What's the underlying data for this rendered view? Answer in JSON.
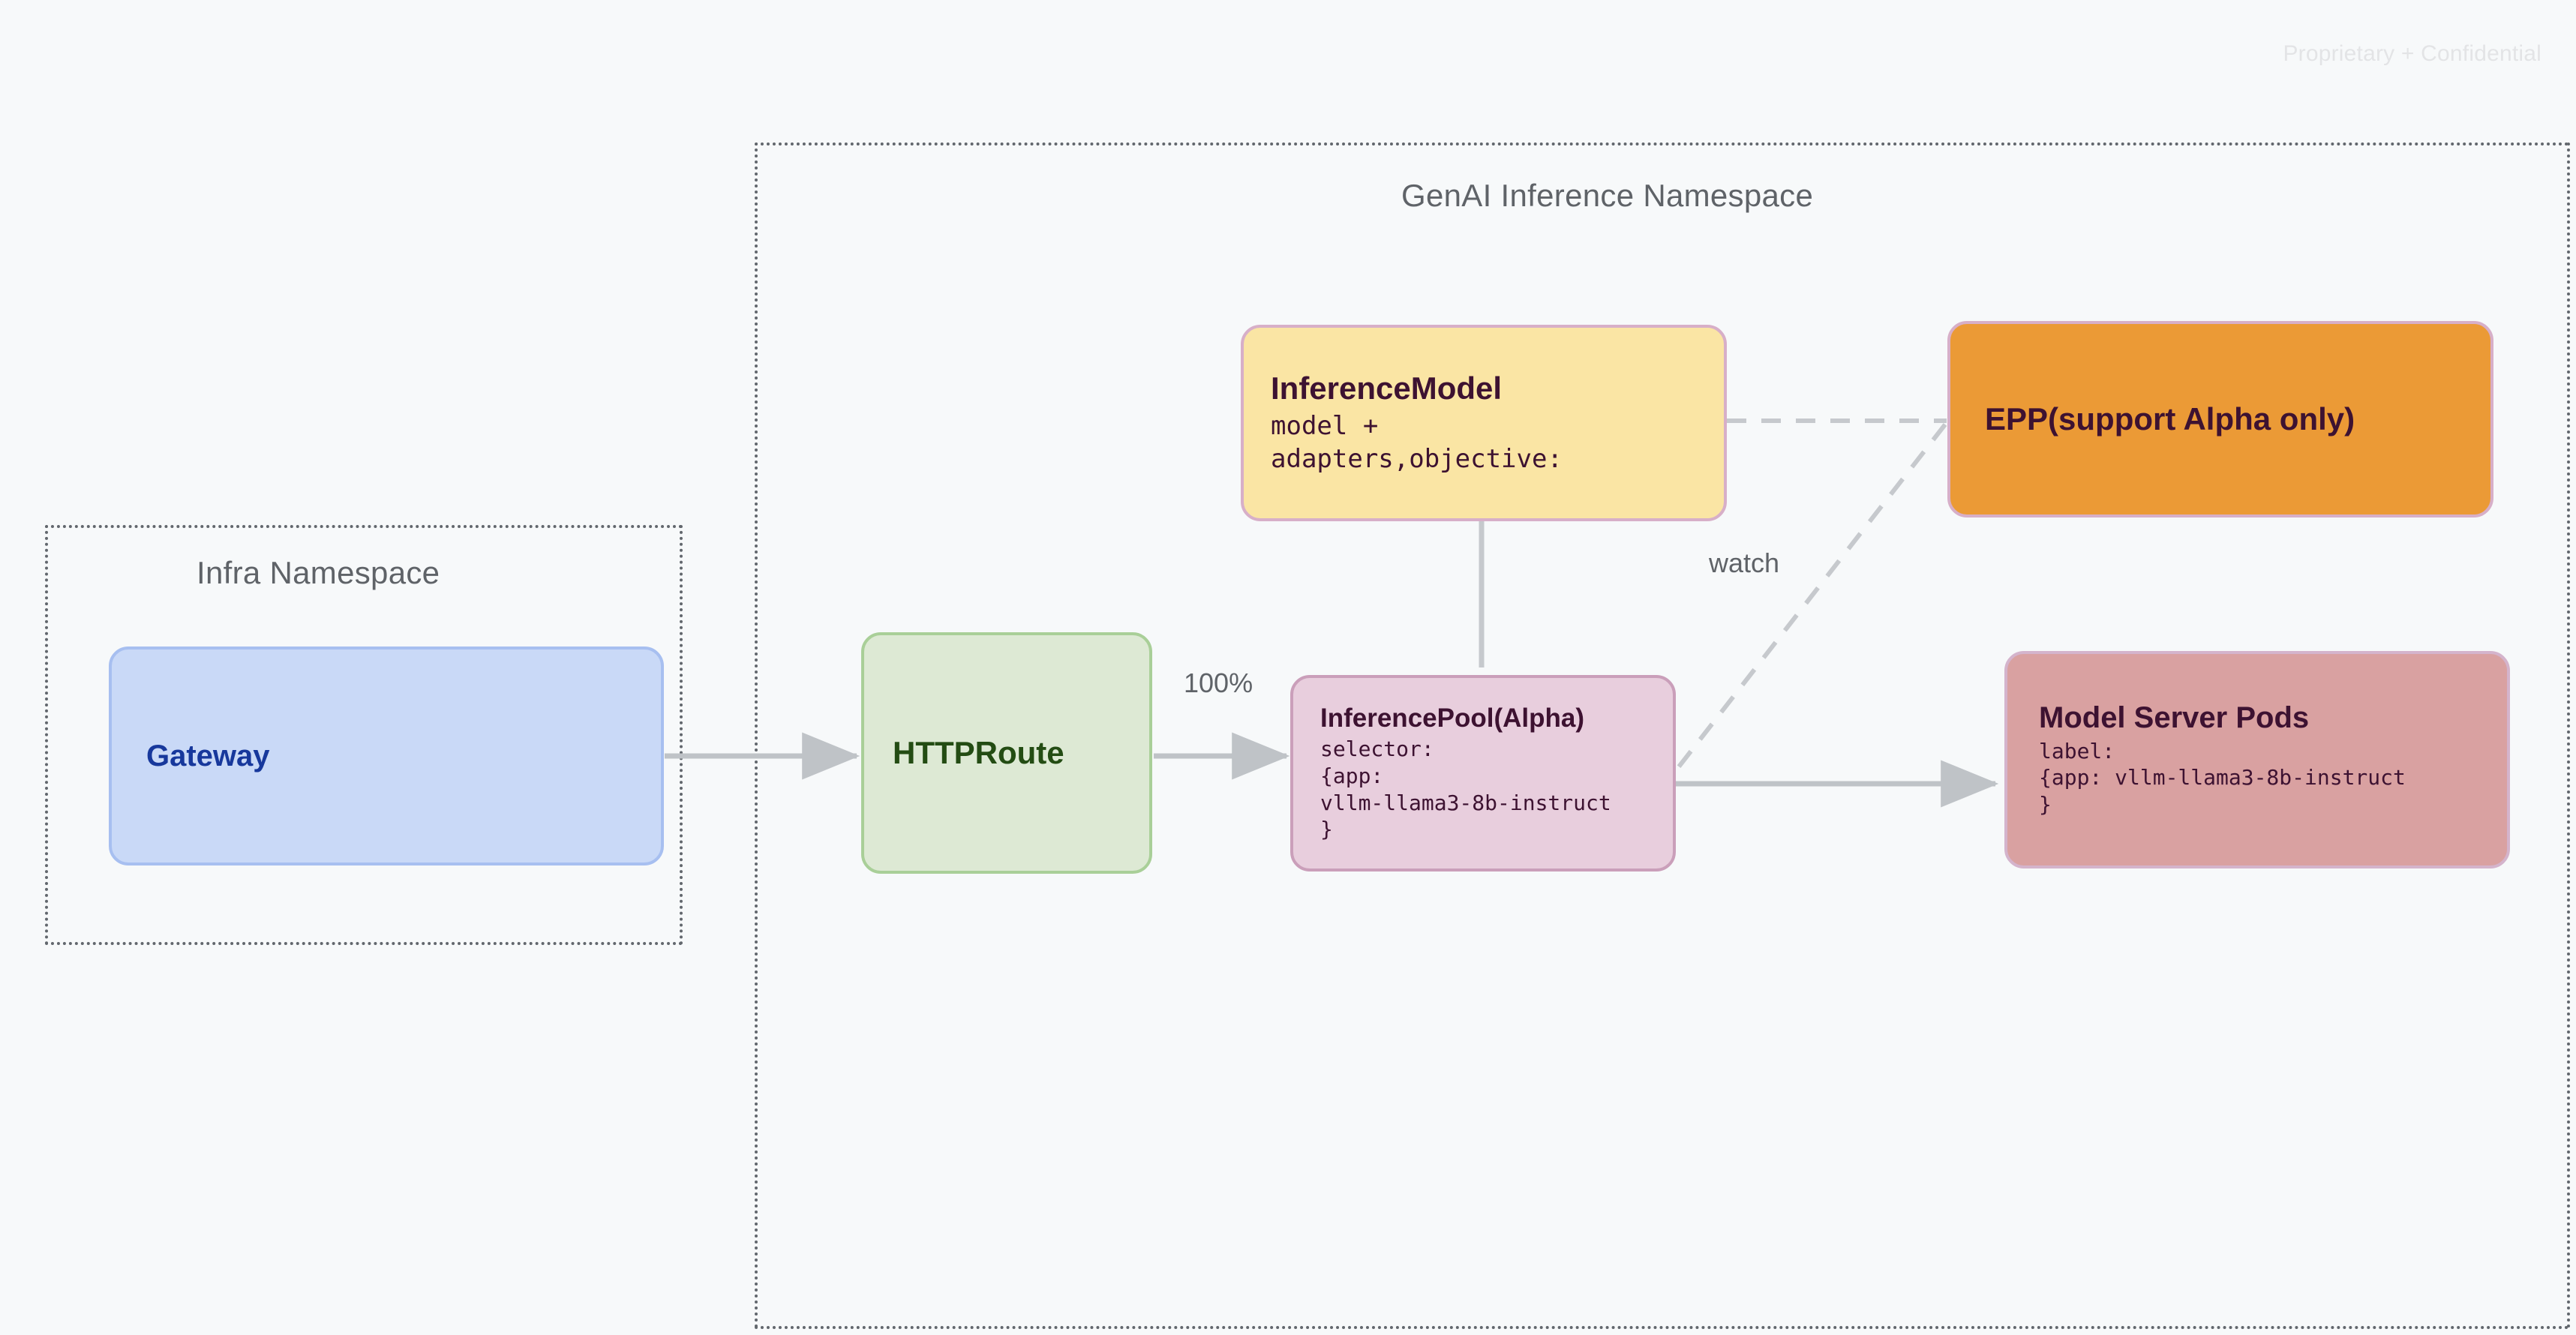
{
  "page": {
    "watermark": "Proprietary + Confidential",
    "background_color": "#f7f9fa"
  },
  "containers": [
    {
      "id": "infra-namespace",
      "title": "Infra Namespace",
      "style": "dotted"
    },
    {
      "id": "genai-namespace",
      "title": "GenAI Inference Namespace",
      "style": "dotted"
    }
  ],
  "nodes": {
    "gateway": {
      "title": "Gateway",
      "fill": "#c9d9f7",
      "border": "#a7bff0",
      "text_color": "#17389c"
    },
    "httproute": {
      "title": "HTTPRoute",
      "fill": "#dde9d4",
      "border": "#a9cf98",
      "text_color": "#234c13"
    },
    "inferencemodel": {
      "title": "InferenceModel",
      "detail": "model +\nadapters,objective:",
      "fill": "#fae5a4",
      "border": "#d7afc8",
      "text_color": "#3d1231"
    },
    "inferencepool": {
      "title": "InferencePool(Alpha)",
      "detail": "selector:\n{app:\nvllm-llama3-8b-instruct\n}",
      "fill": "#e8cedd",
      "border": "#ca9fba",
      "text_color": "#3d1231"
    },
    "epp": {
      "title": "EPP(support Alpha only)",
      "fill": "#eb9a36",
      "border": "#d7afc8",
      "text_color": "#3d1231"
    },
    "modelserverpods": {
      "title": "Model Server Pods",
      "detail": "label:\n{app: vllm-llama3-8b-instruct\n}",
      "fill": "#d9a1a1",
      "border": "#d4b4cc",
      "text_color": "#3d1231"
    }
  },
  "edges": [
    {
      "id": "gateway-to-httproute",
      "from": "gateway",
      "to": "httproute",
      "style": "solid",
      "arrow": true,
      "label": ""
    },
    {
      "id": "httproute-to-inferencepool",
      "from": "httproute",
      "to": "inferencepool",
      "style": "solid",
      "arrow": true,
      "label": "100%"
    },
    {
      "id": "inferencemodel-to-inferencepool",
      "from": "inferencemodel",
      "to": "inferencepool",
      "style": "solid",
      "arrow": false,
      "label": ""
    },
    {
      "id": "inferencemodel-to-epp",
      "from": "inferencemodel",
      "to": "epp",
      "style": "dashed",
      "arrow": false,
      "label": ""
    },
    {
      "id": "epp-to-inferencepool",
      "from": "epp",
      "to": "inferencepool",
      "style": "dashed",
      "arrow": false,
      "label": "watch"
    },
    {
      "id": "inferencepool-to-modelserverpods",
      "from": "inferencepool",
      "to": "modelserverpods",
      "style": "solid",
      "arrow": true,
      "label": ""
    }
  ],
  "edge_labels": {
    "percent": "100%",
    "watch": "watch"
  },
  "colors": {
    "edge_line": "#bfc3c7",
    "namespace_border": "#62676d",
    "namespace_title": "#5f6368"
  }
}
